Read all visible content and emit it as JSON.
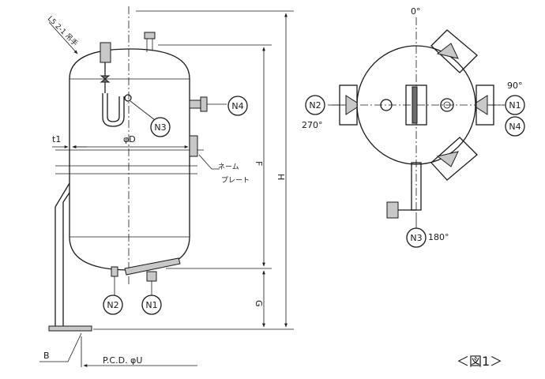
{
  "figure_label": "＜図1＞",
  "nozzles": {
    "n1": "N1",
    "n2": "N2",
    "n3": "N3",
    "n4": "N4"
  },
  "side_view": {
    "l5_label": "L5 2-1 吊手",
    "t1_label": "t1",
    "diameter_label": "φD",
    "nameplate_line1": "ネーム",
    "nameplate_line2": "プレート",
    "f_label": "F",
    "h_label": "H",
    "g_label": "G",
    "b_label": "B",
    "pcd_label": "P.C.D. φU"
  },
  "plan_view": {
    "angle_0": "0°",
    "angle_90": "90°",
    "angle_180": "180°",
    "angle_270": "270°"
  }
}
